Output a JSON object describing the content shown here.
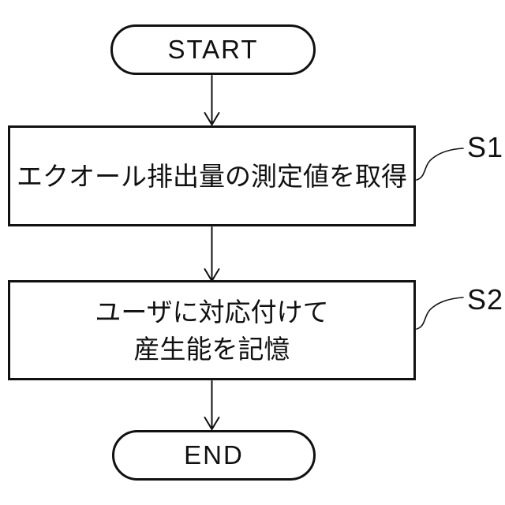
{
  "colors": {
    "stroke": "#111111",
    "background": "#ffffff"
  },
  "flowchart": {
    "start": {
      "label": "START"
    },
    "steps": [
      {
        "tag": "S1",
        "lines": [
          "エクオール排出量の測定値を取得"
        ]
      },
      {
        "tag": "S2",
        "lines": [
          "ユーザに対応付けて",
          "産生能を記憶"
        ]
      }
    ],
    "end": {
      "label": "END"
    }
  }
}
